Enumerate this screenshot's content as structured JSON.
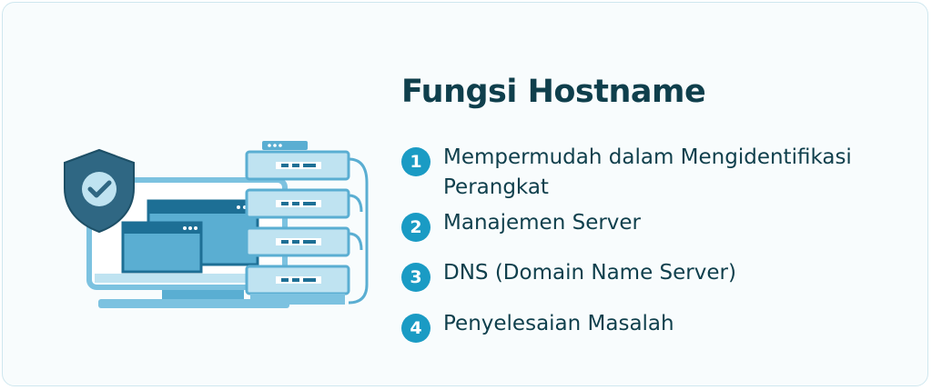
{
  "title": "Fungsi Hostname",
  "items": [
    {
      "number": "1",
      "label": "Mempermudah dalam Mengidentifikasi Perangkat"
    },
    {
      "number": "2",
      "label": "Manajemen Server"
    },
    {
      "number": "3",
      "label": "DNS (Domain Name Server)"
    },
    {
      "number": "4",
      "label": "Penyelesaian Masalah"
    }
  ],
  "colors": {
    "accent": "#1a9bc4",
    "title": "#0f3f4c",
    "illustration_light": "#bfe3f1",
    "illustration_mid": "#5aaed2",
    "illustration_dark": "#1d6f95",
    "shield": "#2f6783"
  },
  "icons": [
    "shield-check-icon",
    "monitor-icon",
    "browser-window-icon",
    "server-rack-icon"
  ]
}
